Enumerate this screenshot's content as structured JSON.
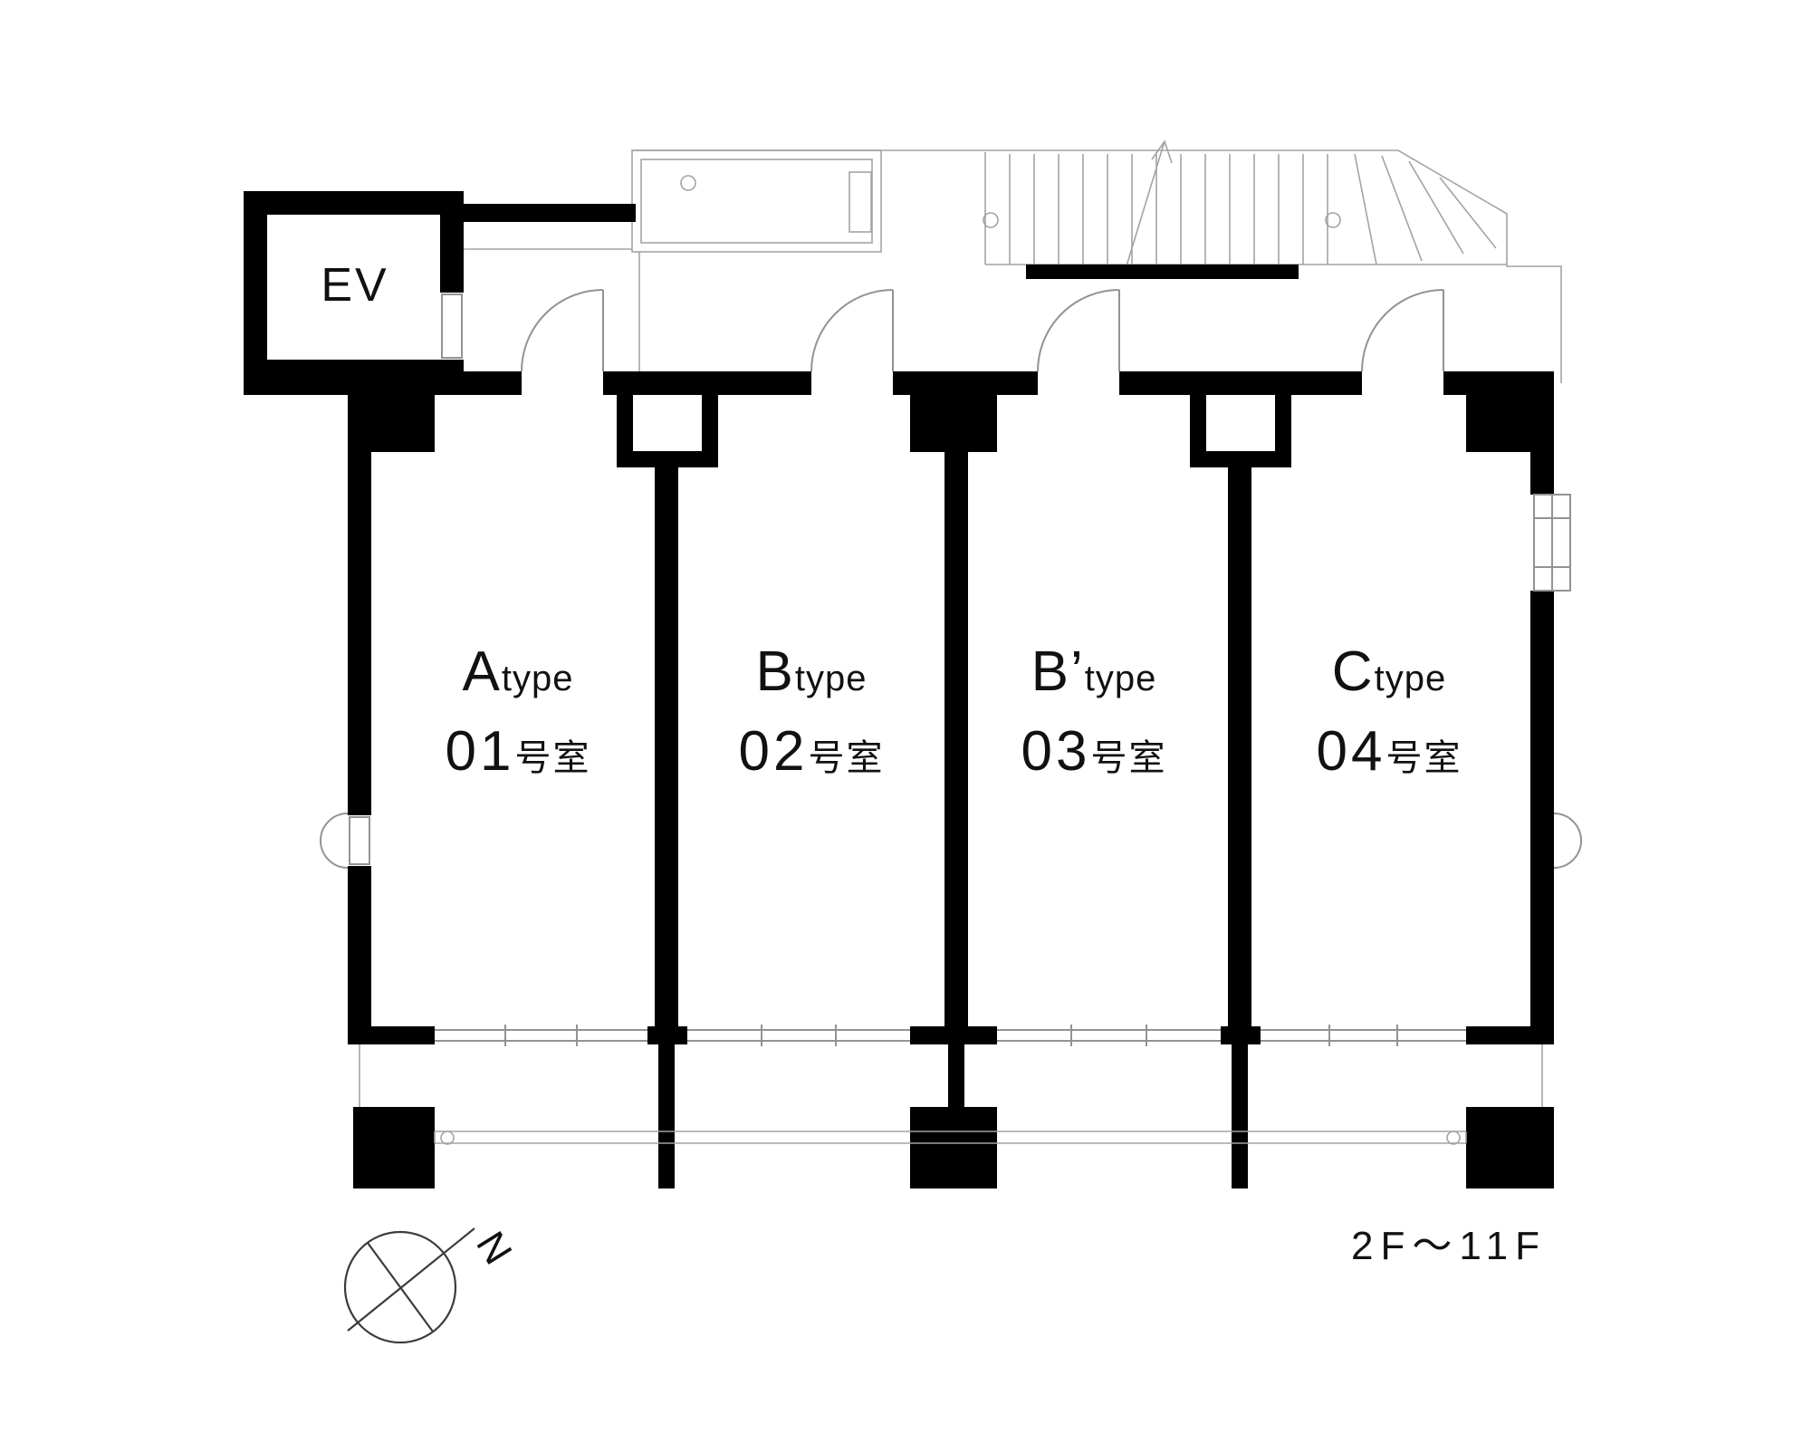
{
  "plan": {
    "elevator_label": "EV",
    "floor_range_label": "2F～11F",
    "compass_label": "N",
    "units": [
      {
        "type_letter": "A",
        "type_word": "type",
        "room_number": "01",
        "room_word": "号室"
      },
      {
        "type_letter": "B",
        "type_word": "type",
        "room_number": "02",
        "room_word": "号室"
      },
      {
        "type_letter": "B’",
        "type_word": "type",
        "room_number": "03",
        "room_word": "号室"
      },
      {
        "type_letter": "C",
        "type_word": "type",
        "room_number": "04",
        "room_word": "号室"
      }
    ],
    "colors": {
      "wall": "#000000",
      "thin_line": "#939393",
      "text": "#111111",
      "background": "#ffffff"
    }
  }
}
